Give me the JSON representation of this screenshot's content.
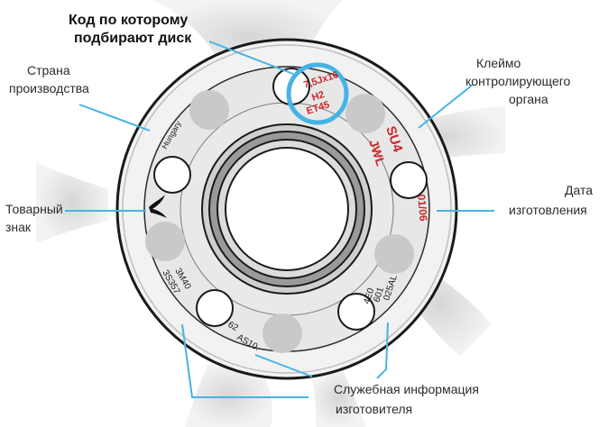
{
  "labels": {
    "code_line1": "Код по которому",
    "code_line2": "подбирают диск",
    "country_line1": "Страна",
    "country_line2": "производства",
    "inspection_line1": "Клеймо",
    "inspection_line2": "контролирующего",
    "inspection_line3": "органа",
    "trademark_line1": "Товарный",
    "trademark_line2": "знак",
    "date_line1": "Дата",
    "date_line2": "изготовления",
    "service_line1": "Служебная информация",
    "service_line2": "изготовителя"
  },
  "wheel_markings": {
    "size": "7,5Jx16",
    "hump": "H2",
    "offset": "ET45",
    "inspection_mark": "SU4",
    "jwl": "JWL",
    "date": "01/06",
    "country": "Hungary",
    "left_code_1": "3S357",
    "left_code_2": "3M40",
    "bottom_code_1": "AS10.",
    "bottom_code_2": "62",
    "right_code_1": "4E0",
    "right_code_2": "601",
    "right_code_3": "025AL"
  },
  "icons": {
    "trademark": "swallow-bird-icon"
  },
  "colors": {
    "accent_blue": "#46b3e6",
    "marking_red": "#cc2a2a"
  }
}
